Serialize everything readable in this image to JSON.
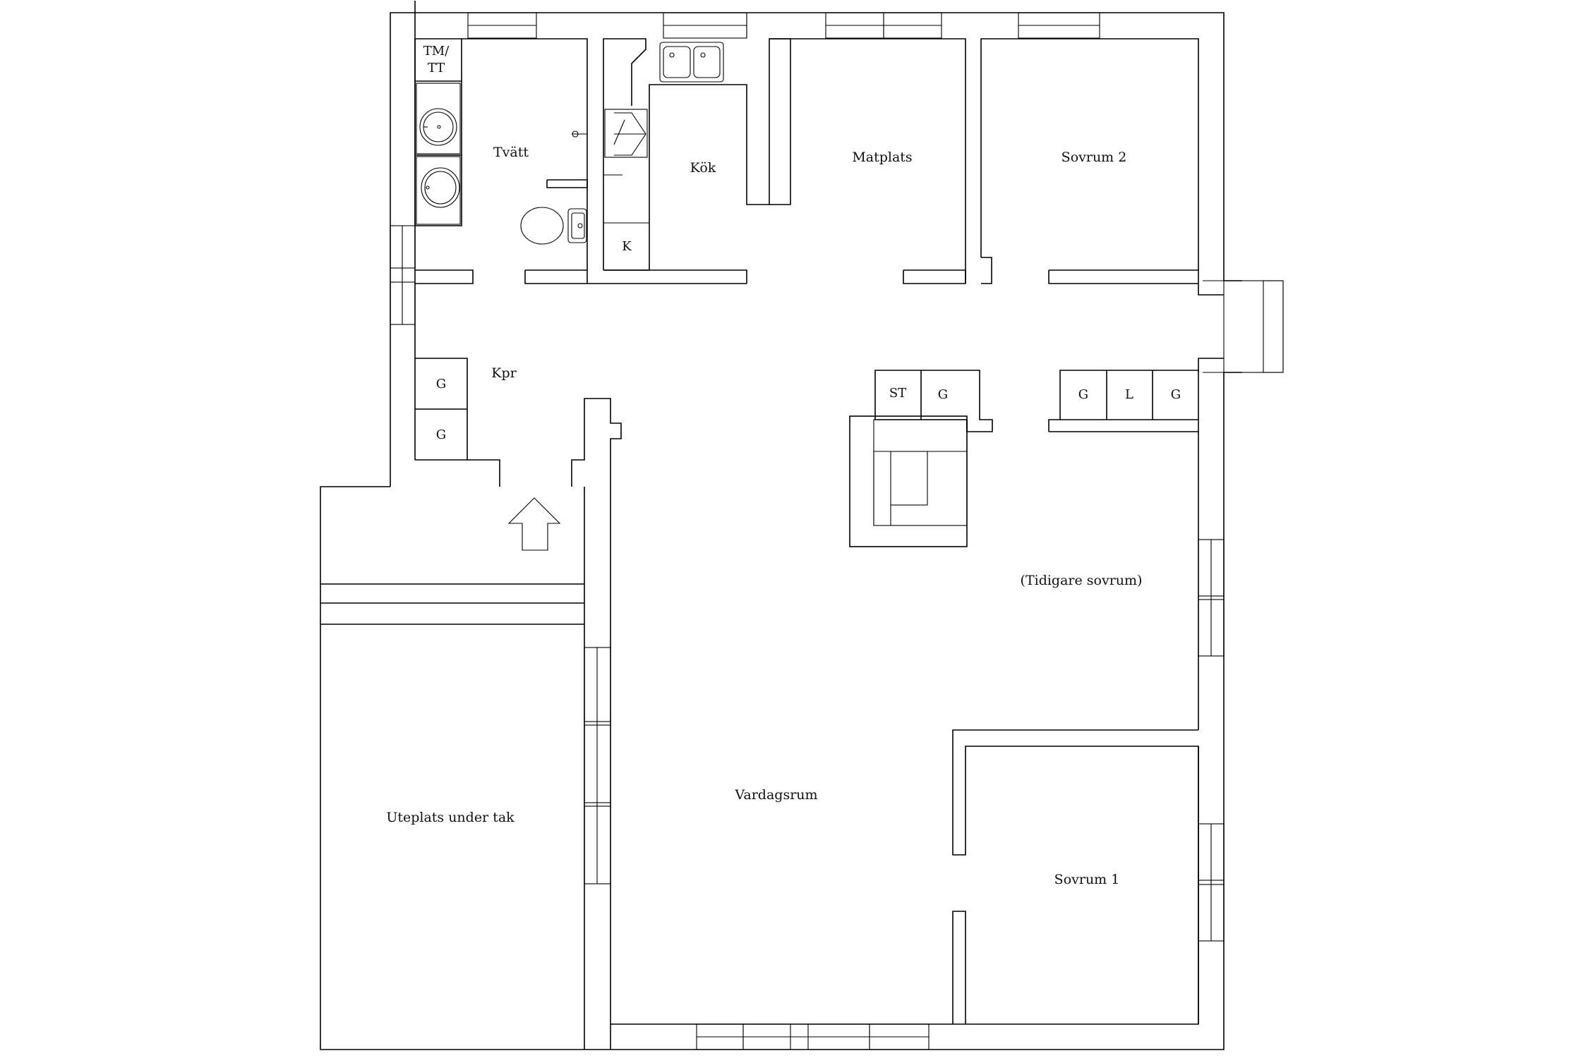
{
  "rooms": {
    "tm_tt_line1": "TM/",
    "tm_tt_line2": "TT",
    "tvatt": "Tvätt",
    "kok": "Kök",
    "matplats": "Matplats",
    "sovrum2": "Sovrum 2",
    "kpr": "Kpr",
    "tidigare_sovrum": "(Tidigare sovrum)",
    "vardagsrum": "Vardagsrum",
    "sovrum1": "Sovrum 1",
    "uteplats": "Uteplats under tak"
  },
  "fixtures": {
    "kyl": "K",
    "garderob": "G",
    "stad": "ST",
    "linne": "L"
  },
  "icons": {
    "entrance": "up-arrow-icon"
  }
}
